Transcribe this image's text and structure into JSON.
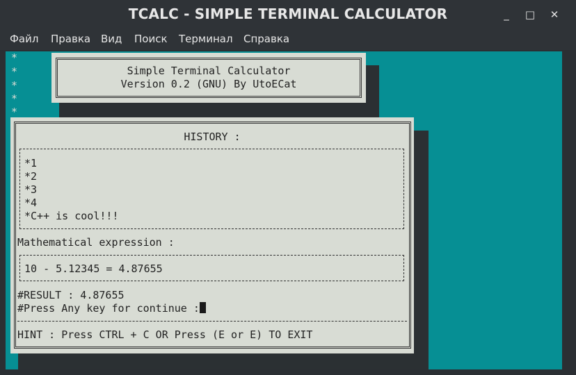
{
  "window": {
    "title": "TCALC - SIMPLE TERMINAL CALCULATOR",
    "controls": {
      "minimize": "_",
      "maximize": "□",
      "close": "✕"
    }
  },
  "menu": {
    "items": [
      "Файл",
      "Правка",
      "Вид",
      "Поиск",
      "Терминал",
      "Справка"
    ]
  },
  "terminal": {
    "stars": [
      "*",
      "*",
      "*",
      "*",
      "*"
    ],
    "banner": {
      "line1": "Simple Terminal Calculator",
      "line2": "Version 0.2 (GNU) By UtoECat"
    },
    "history": {
      "title": "HISTORY :",
      "entries": [
        "*1",
        "*2",
        "*3",
        "*4",
        "*C++ is cool!!!"
      ]
    },
    "expression": {
      "label": "Mathematical expression :",
      "value": "10 - 5.12345 = 4.87655"
    },
    "result": "#RESULT : 4.87655",
    "prompt": "#Press Any key for continue :",
    "hint": "HINT : Press CTRL + C OR Press (E or E) TO EXIT"
  },
  "colors": {
    "terminal_bg": "#068f94",
    "panel_bg": "#d8dcd4",
    "shadow": "#2b3033",
    "chrome": "#2f3337"
  }
}
